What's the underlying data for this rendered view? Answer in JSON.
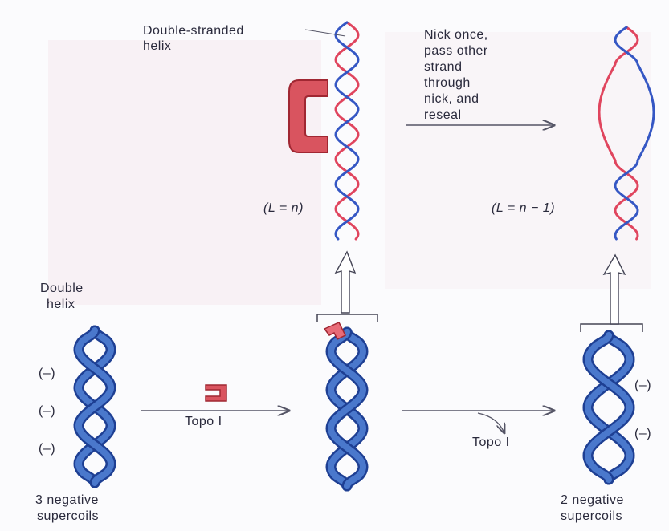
{
  "labels": {
    "ds_helix_1": "Double-stranded",
    "ds_helix_2": "helix",
    "nick_1": "Nick once,",
    "nick_2": "pass other",
    "nick_3": "strand",
    "nick_4": "through",
    "nick_5": "nick, and",
    "nick_6": "reseal",
    "linking_before": "(L = n)",
    "linking_after": "(L = n − 1)",
    "double_helix_1": "Double",
    "double_helix_2": "helix",
    "neg_sign_1": "(–)",
    "neg_sign_2": "(–)",
    "neg_sign_3": "(–)",
    "neg_sign_right_1": "(–)",
    "neg_sign_right_2": "(–)",
    "enzyme_1": "Topo I",
    "enzyme_2": "Topo I",
    "left_caption_1": "3 negative",
    "left_caption_2": "supercoils",
    "right_caption_1": "2 negative",
    "right_caption_2": "supercoils"
  },
  "colors": {
    "strand_red": "#e0455e",
    "strand_blue": "#3557c4",
    "coil_fill": "#4a78cc",
    "coil_edge": "#1e3f93",
    "enzyme_fill": "#d9545f",
    "enzyme_edge": "#a02732",
    "arrow": "#555566",
    "background_tint": "#f3e6ec"
  }
}
